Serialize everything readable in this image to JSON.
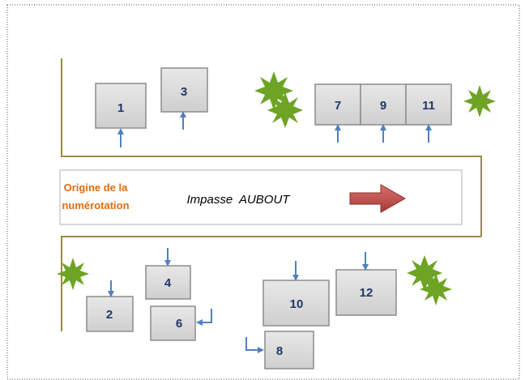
{
  "origin_label": {
    "line1": "Origine de la",
    "line2": "numérotation"
  },
  "street_name": "Impasse  AUBOUT",
  "houses": {
    "h1": "1",
    "h2": "2",
    "h3": "3",
    "h4": "4",
    "h6": "6",
    "h7": "7",
    "h8": "8",
    "h9": "9",
    "h10": "10",
    "h11": "11",
    "h12": "12"
  },
  "colors": {
    "house_fill": "#d9d9d9",
    "house_stroke": "#8c8c8c",
    "house_label": "#1f3864",
    "street_outline": "#9a8a45",
    "access_arrow": "#4f81bd",
    "direction_arrow": "#c0504d",
    "tree": "#6ea424",
    "origin_text": "#e36c09"
  },
  "icons": {
    "tree": "tree-icon",
    "direction": "direction-arrow-icon",
    "access": "access-arrow-icon"
  }
}
